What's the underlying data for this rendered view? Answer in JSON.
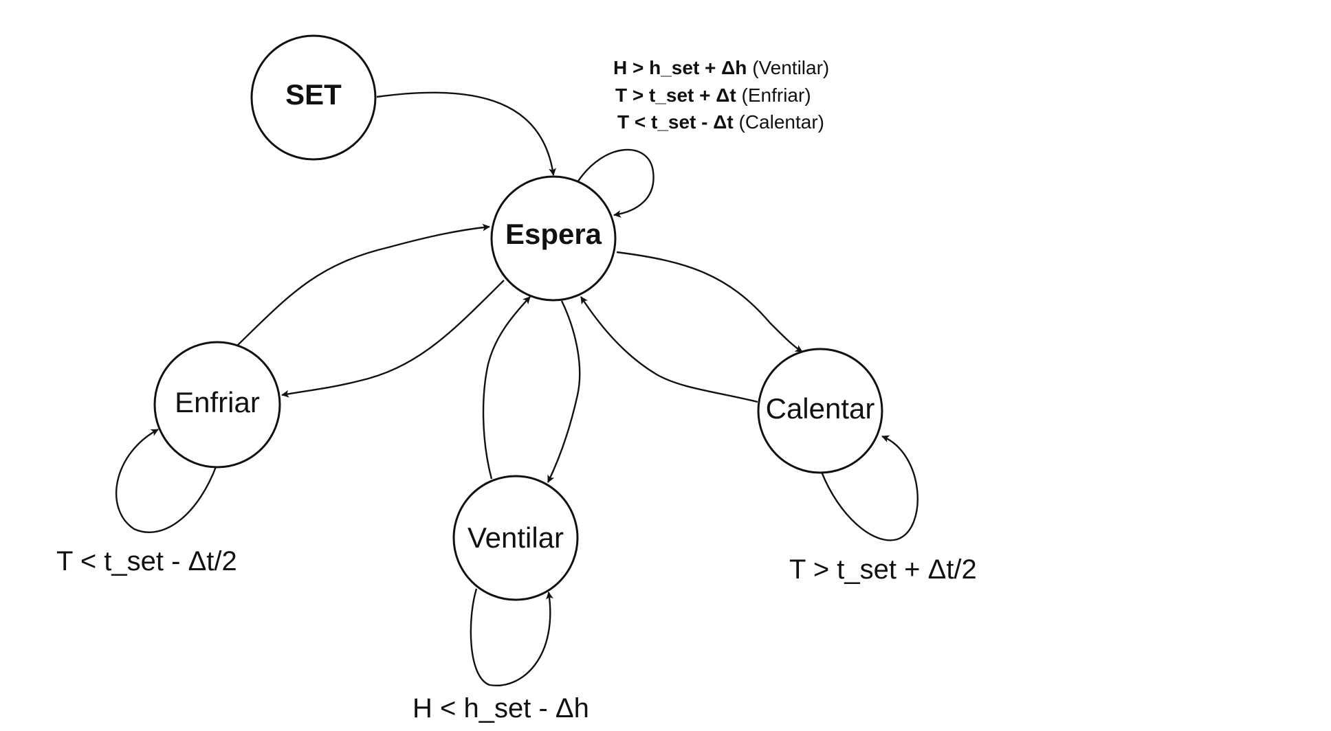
{
  "states": {
    "set": "SET",
    "espera": "Espera",
    "enfriar": "Enfriar",
    "ventilar": "Ventilar",
    "calentar": "Calentar"
  },
  "espera_self_loop": {
    "line1_bold": "H > h_set + Δh",
    "line1_rest": " (Ventilar)",
    "line2_bold": "T > t_set + Δt",
    "line2_rest": " (Enfriar)",
    "line3_bold": "T < t_set - Δt",
    "line3_rest": " (Calentar)"
  },
  "loop_labels": {
    "enfriar": "T < t_set - Δt/2",
    "ventilar": "H < h_set - Δh",
    "calentar": "T > t_set + Δt/2"
  },
  "colors": {
    "stroke": "#111111",
    "background": "#ffffff"
  }
}
